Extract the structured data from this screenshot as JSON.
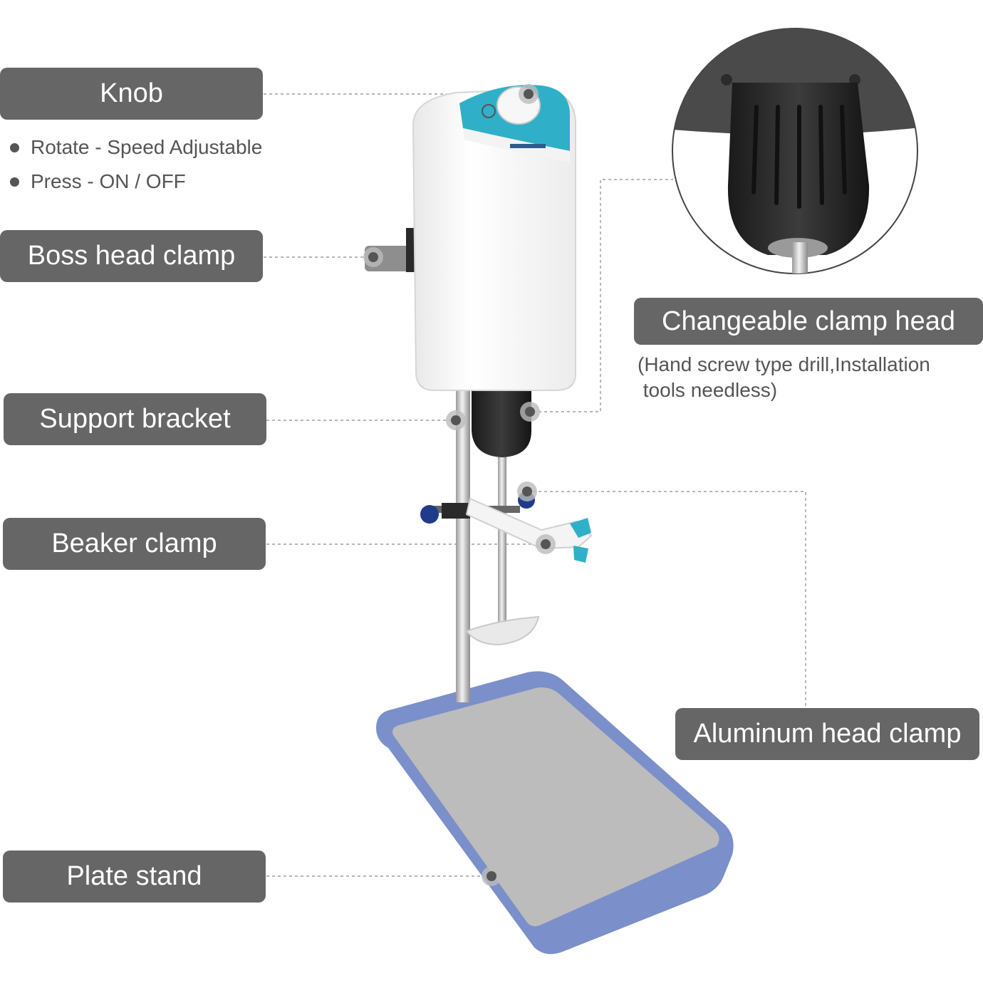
{
  "labels": {
    "knob": "Knob",
    "boss_head_clamp": "Boss head clamp",
    "support_bracket": "Support bracket",
    "beaker_clamp": "Beaker clamp",
    "plate_stand": "Plate stand",
    "changeable_clamp_head": "Changeable clamp head",
    "aluminum_head_clamp": "Aluminum head clamp"
  },
  "knob_features": [
    "Rotate - Speed Adjustable",
    "Press - ON / OFF"
  ],
  "clamp_head_note": [
    "(Hand screw type drill,Installation",
    " tools needless)"
  ],
  "colors": {
    "label_bg": "#666666",
    "label_text": "#ffffff",
    "accent_teal": "#2fb0c8",
    "base_blue": "#7b8fca",
    "base_plate": "#bcbcbc"
  }
}
